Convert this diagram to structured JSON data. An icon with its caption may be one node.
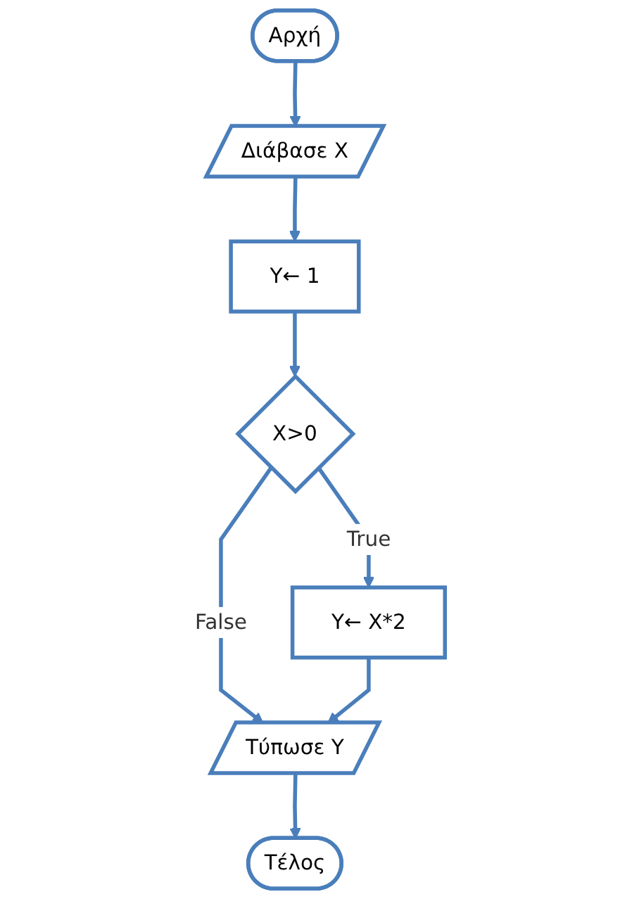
{
  "diagram": {
    "nodes": [
      {
        "text": [
          "Αρχή"
        ]
      },
      {
        "text": [
          "Διάβασε X"
        ]
      },
      {
        "text": [
          "Y← 1"
        ]
      },
      {
        "text": [
          "X>0"
        ]
      },
      {
        "text": [
          "Y← X*2"
        ]
      },
      {
        "text": [
          "Τύπωσε Y"
        ]
      },
      {
        "text": [
          "Τέλος"
        ]
      }
    ],
    "edges": [
      {
        "from": 0,
        "to": 1,
        "arrow": "to"
      },
      {
        "from": 1,
        "to": 2,
        "arrow": "to"
      },
      {
        "from": 2,
        "to": 3,
        "arrow": "to"
      },
      {
        "from": 3,
        "to": 4,
        "label": "True",
        "arrow": "to"
      },
      {
        "from": 3,
        "to": 5,
        "label": "False",
        "arrow": "to"
      },
      {
        "from": 4,
        "to": 5,
        "arrow": "to"
      },
      {
        "from": 5,
        "to": 6,
        "arrow": "to"
      }
    ]
  }
}
